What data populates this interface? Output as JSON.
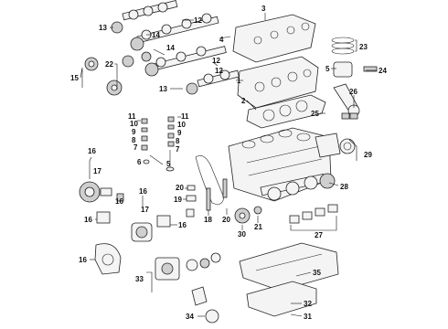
{
  "callouts": {
    "c1": "1",
    "c2": "2",
    "c3": "3",
    "c4": "4",
    "c5": "5",
    "c6": "6",
    "c7": "7",
    "c8": "8",
    "c9": "9",
    "c10": "10",
    "c11": "11",
    "c12": "12",
    "c13": "13",
    "c14": "14",
    "c15": "15",
    "c16": "16",
    "c17": "17",
    "c18": "18",
    "c19": "19",
    "c20": "20",
    "c21": "21",
    "c22": "22",
    "c23": "23",
    "c24": "24",
    "c25": "25",
    "c26": "26",
    "c27": "27",
    "c28": "28",
    "c29": "29",
    "c30": "30",
    "c31": "31",
    "c32": "32",
    "c33": "33",
    "c34": "34",
    "c35": "35"
  }
}
